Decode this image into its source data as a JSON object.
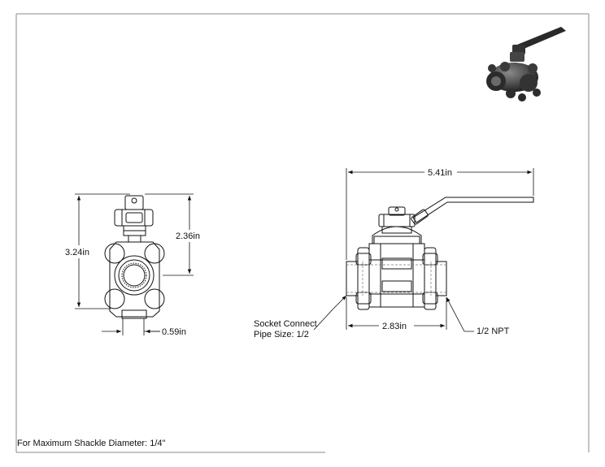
{
  "dimensions": {
    "front_total_height": "3.24in",
    "front_upper_height": "2.36in",
    "front_bottom_width": "0.59in",
    "side_total_length": "5.41in",
    "side_body_length": "2.83in"
  },
  "callouts": {
    "socket_line1": "Socket Connect",
    "socket_line2": "Pipe Size: 1/2",
    "npt": "1/2 NPT"
  },
  "note": "For Maximum Shackle Diameter: 1/4\""
}
